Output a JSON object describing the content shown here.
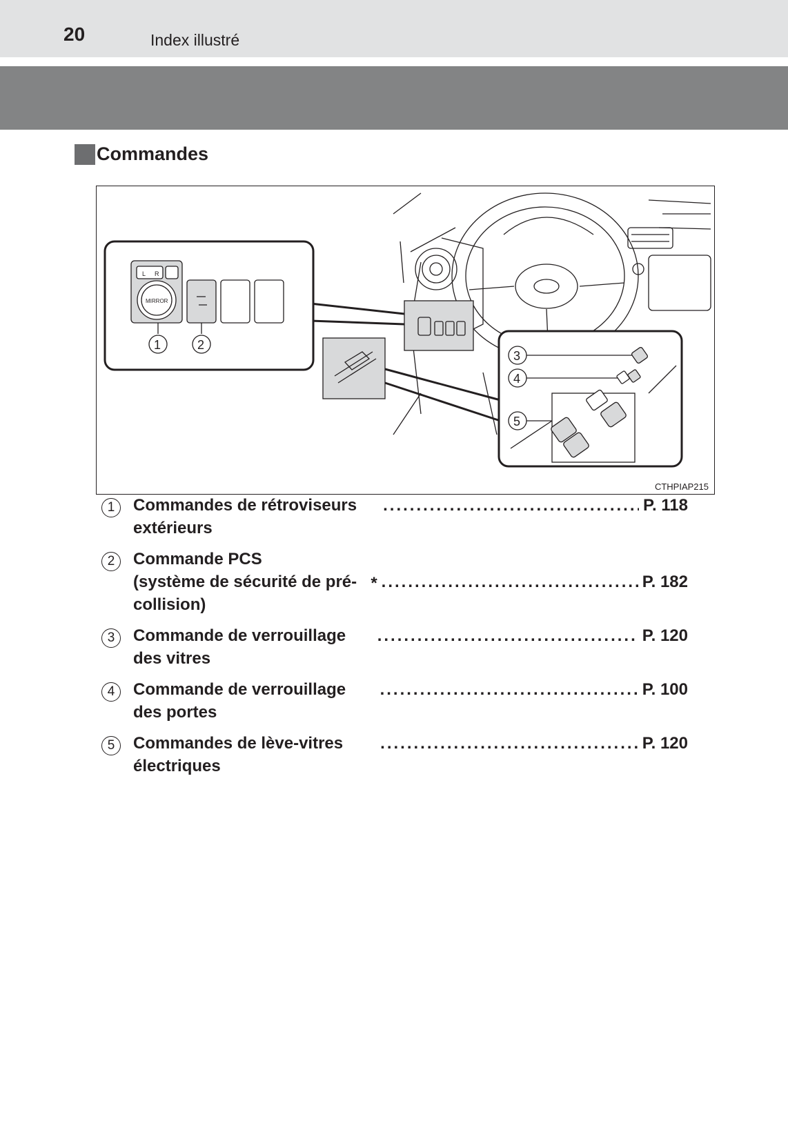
{
  "header": {
    "page_number": "20",
    "running_title": "Index illustré"
  },
  "section": {
    "title": "Commandes"
  },
  "illustration": {
    "image_code": "CTHPIAP215",
    "mirror_panel": {
      "l_label": "L",
      "r_label": "R",
      "mirror_label": "MIRROR"
    },
    "callouts": [
      "1",
      "2",
      "3",
      "4",
      "5"
    ]
  },
  "items": [
    {
      "number": "1",
      "text": "Commandes de rétroviseurs extérieurs",
      "page": "P. 118"
    },
    {
      "number": "2",
      "text": "Commande PCS",
      "text2": "(système de sécurité de pré-collision)",
      "asterisk": "*",
      "page": "P. 182"
    },
    {
      "number": "3",
      "text": "Commande de verrouillage des vitres",
      "page": "P. 120"
    },
    {
      "number": "4",
      "text": "Commande de verrouillage des portes",
      "page": "P. 100"
    },
    {
      "number": "5",
      "text": "Commandes de lève-vitres électriques",
      "page": "P. 120"
    }
  ]
}
